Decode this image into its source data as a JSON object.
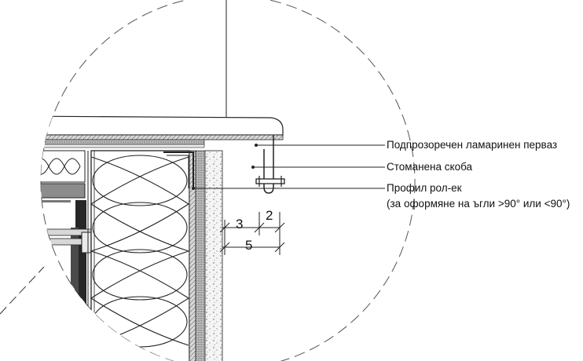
{
  "callouts": {
    "sill_flashing": "Подпрозоречен ламаринен перваз",
    "steel_bracket": "Стоманена скоба",
    "profile": "Профил рол-ек",
    "profile_note": "(за оформяне на ъгли >90° или <90°)"
  },
  "dimensions": {
    "d1": "3",
    "d2": "2",
    "d3": "5"
  },
  "colors": {
    "line": "#1a1a1a",
    "grey_fill": "#8c8c8c",
    "dark_fill": "#262626",
    "render_fill": "#f2f2f2"
  }
}
